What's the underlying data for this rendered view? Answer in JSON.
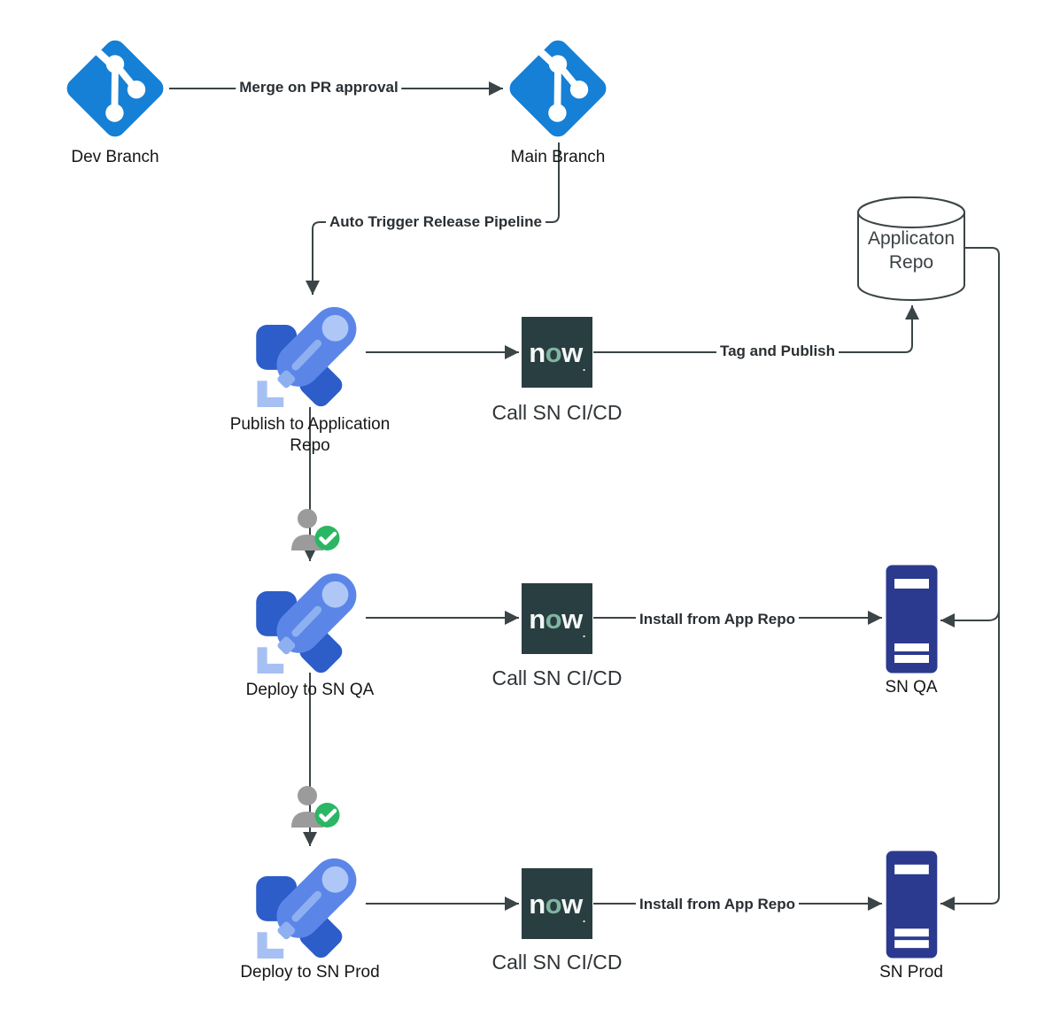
{
  "nodes": {
    "dev_branch": {
      "label": "Dev Branch"
    },
    "main_branch": {
      "label": "Main Branch"
    },
    "publish_to_app_repo, ": {
      "label": ""
    },
    "publish_rocket": {
      "label": "Publish to Application Repo"
    },
    "call_sn_cicd_1": {
      "label": "Call SN CI/CD"
    },
    "application_repo": {
      "label": "Applicaton Repo"
    },
    "deploy_sn_qa": {
      "label": "Deploy to SN QA"
    },
    "call_sn_cicd_2": {
      "label": "Call SN CI/CD"
    },
    "sn_qa": {
      "label": "SN QA"
    },
    "deploy_sn_prod": {
      "label": "Deploy to SN Prod"
    },
    "call_sn_cicd_3": {
      "label": "Call SN CI/CD"
    },
    "sn_prod": {
      "label": "SN Prod"
    }
  },
  "edges": {
    "merge_on_pr": {
      "label": "Merge on PR approval"
    },
    "auto_trigger": {
      "label": "Auto Trigger Release Pipeline"
    },
    "tag_and_publish": {
      "label": "Tag and Publish"
    },
    "install_qa": {
      "label": "Install from App Repo"
    },
    "install_prod": {
      "label": "Install from App Repo"
    }
  },
  "now_logo": {
    "n": "n",
    "o": "o",
    "w": "w",
    "dot": "."
  },
  "icons": {
    "git": "git-branch-icon",
    "rocket": "release-pipeline-rocket-icon",
    "database": "database-cylinder-icon",
    "server": "server-instance-icon",
    "approval": "user-approval-check-icon"
  },
  "colors": {
    "git_blue": "#1580D6",
    "rocket_blue": "#5B86E8",
    "rocket_dark_blue": "#2C5DC9",
    "now_background": "#293E40",
    "now_green": "#81B5A1",
    "server_navy": "#2B3A8E",
    "approval_green": "#2AB663",
    "person_gray": "#9B9B9B",
    "connector": "#3B4446"
  }
}
